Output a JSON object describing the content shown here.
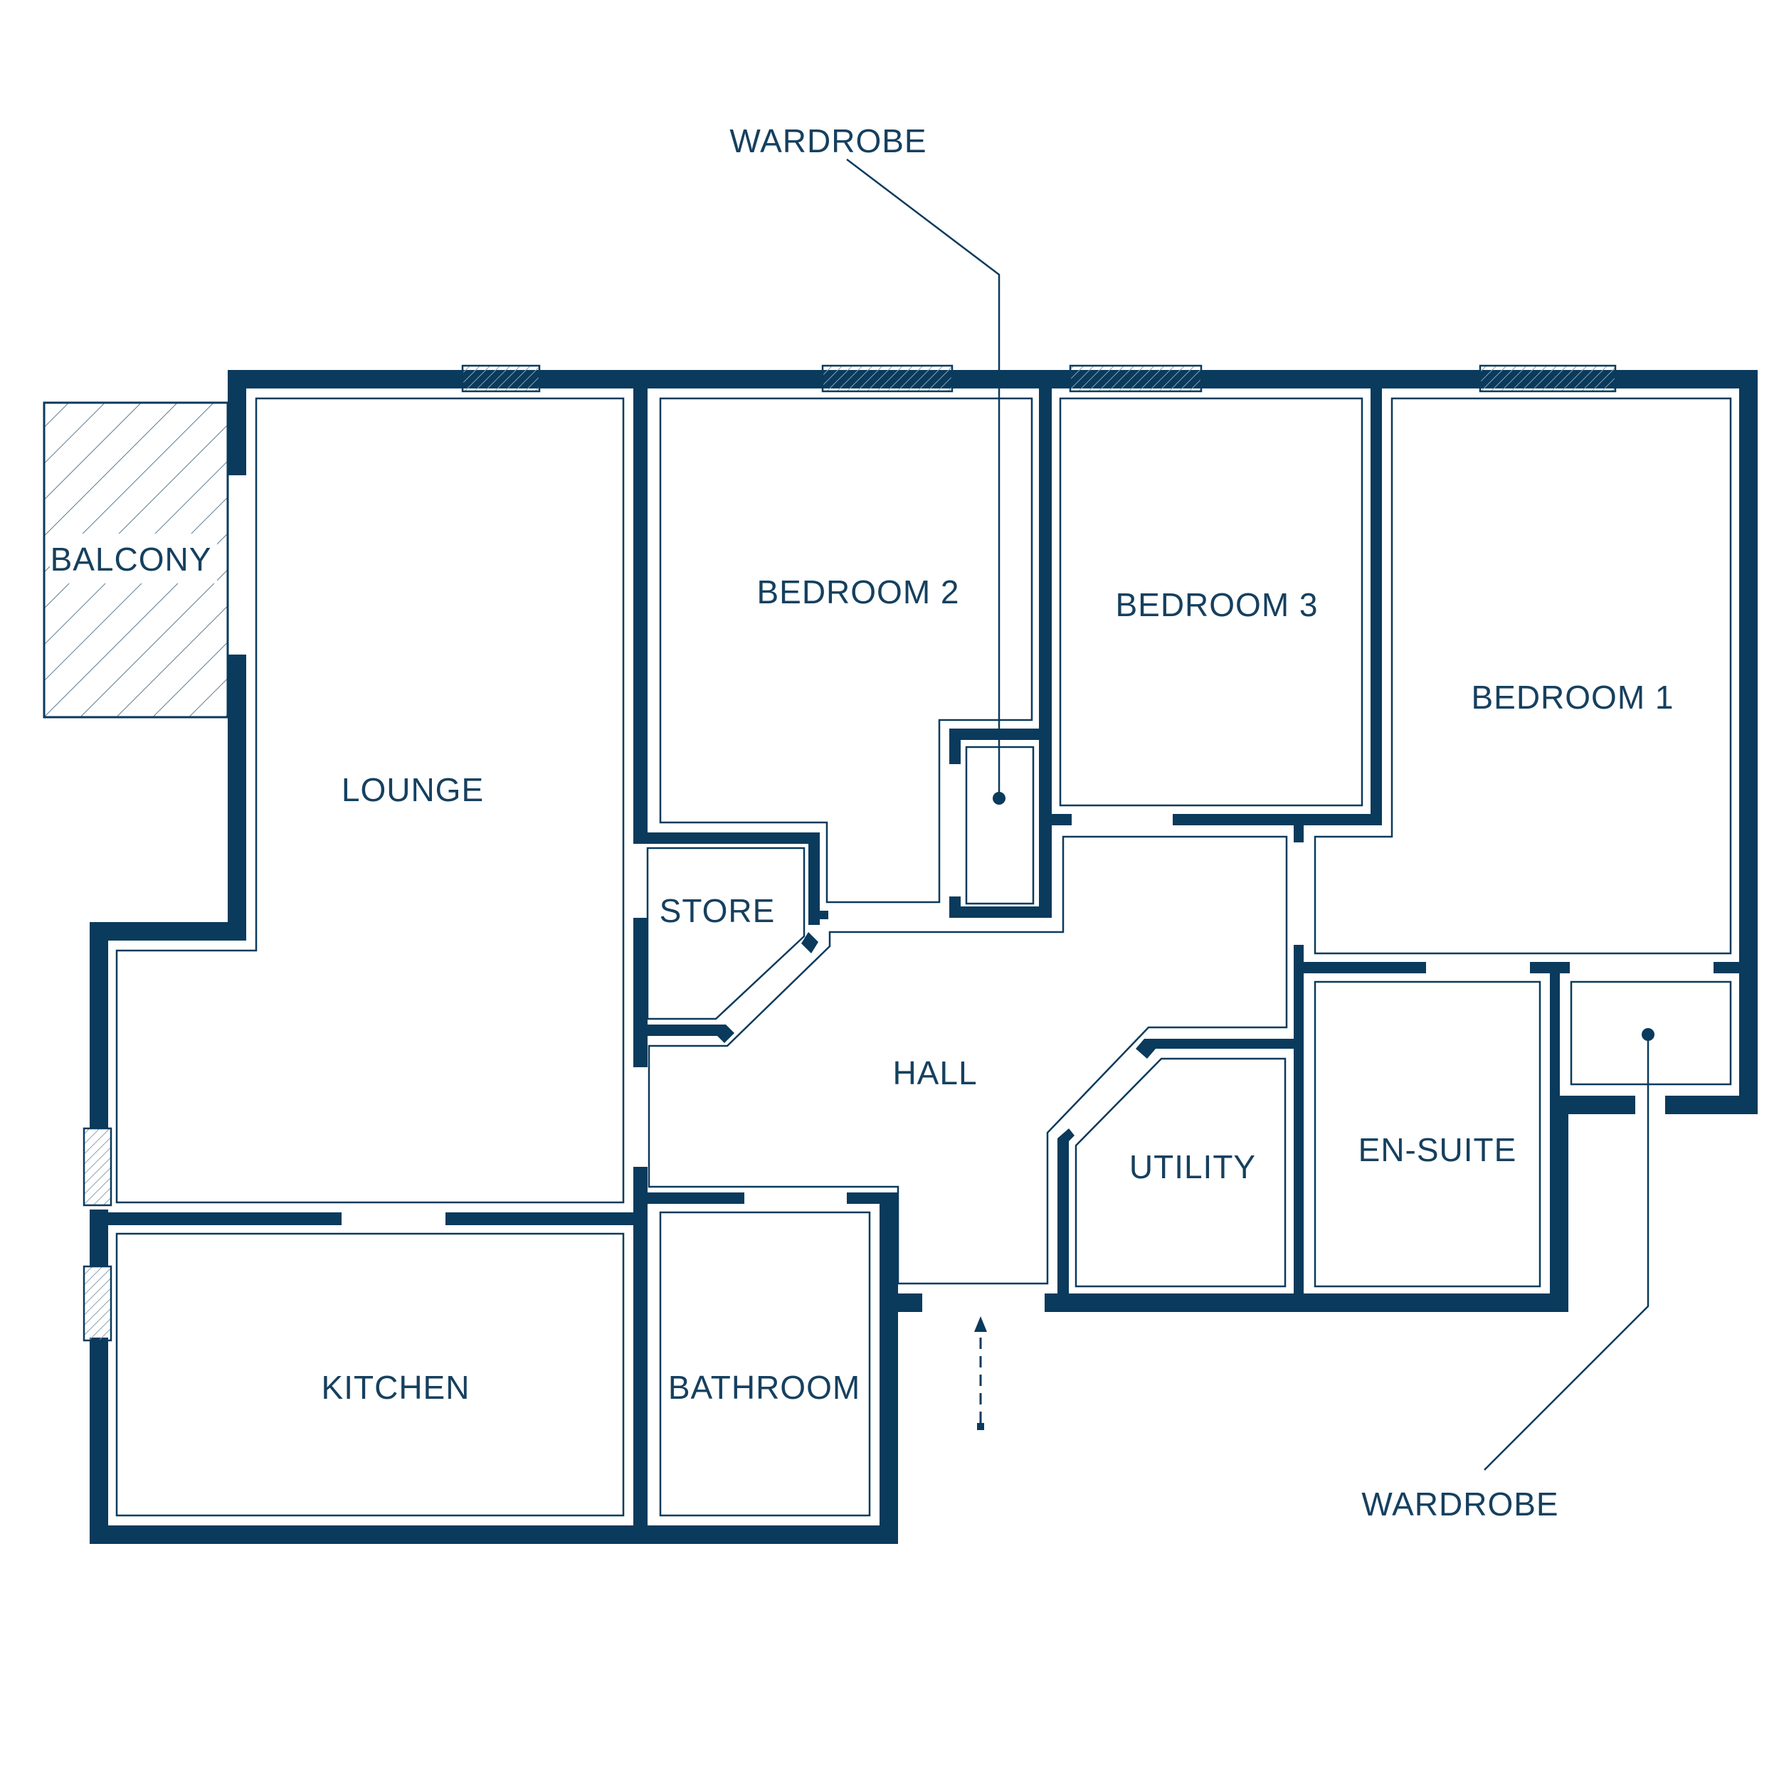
{
  "colors": {
    "wall": "#0a3a5c",
    "label": "#16405f",
    "background": "#ffffff"
  },
  "rooms": {
    "balcony": "BALCONY",
    "lounge": "LOUNGE",
    "bedroom2": "BEDROOM 2",
    "bedroom3": "BEDROOM 3",
    "bedroom1": "BEDROOM 1",
    "store": "STORE",
    "hall": "HALL",
    "utility": "UTILITY",
    "ensuite": "EN-SUITE",
    "kitchen": "KITCHEN",
    "bathroom": "BATHROOM"
  },
  "callouts": {
    "wardrobe_top": "WARDROBE",
    "wardrobe_bottom": "WARDROBE"
  },
  "icons": {
    "entrance": "dashed-arrow-up-icon",
    "window": "hatched-window-icon"
  }
}
